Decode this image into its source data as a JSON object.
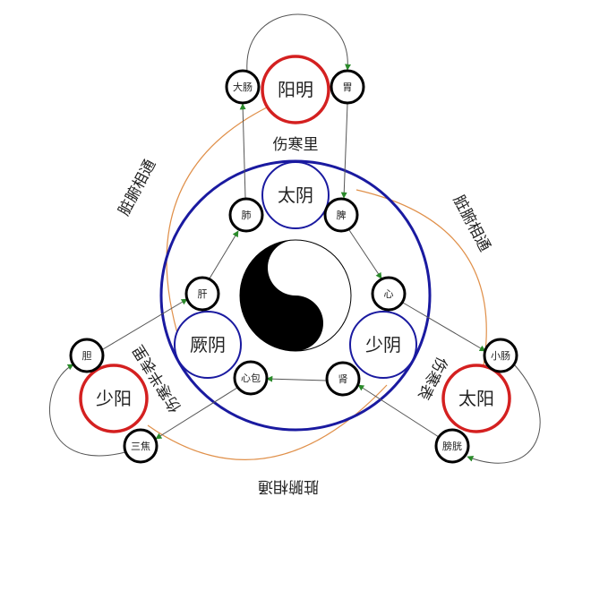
{
  "center": {
    "top": "太阴",
    "left": "厥阴",
    "right": "少阴"
  },
  "outer": {
    "top": "阳明",
    "left": "少阳",
    "right": "太阳"
  },
  "organs": {
    "dachang": "大肠",
    "wei": "胃",
    "fei": "肺",
    "pi": "脾",
    "gan": "肝",
    "xinbao": "心包",
    "dan": "胆",
    "sanjiao": "三焦",
    "xin": "心",
    "shen": "肾",
    "xiaochang": "小肠",
    "pangguang": "膀胱"
  },
  "labels": {
    "li": "伤寒里",
    "biao": "伤寒表",
    "banbiaoli": "伤寒半表里",
    "zangfu_left": "脏腑相通",
    "zangfu_right": "脏腑相通",
    "zangfu_bottom": "脏腑相通"
  },
  "colors": {
    "yin": "#1a1aa0",
    "yang": "#d42020",
    "arrow": "#555",
    "arrowhead": "#2a8a2a",
    "link": "#e0904a"
  }
}
